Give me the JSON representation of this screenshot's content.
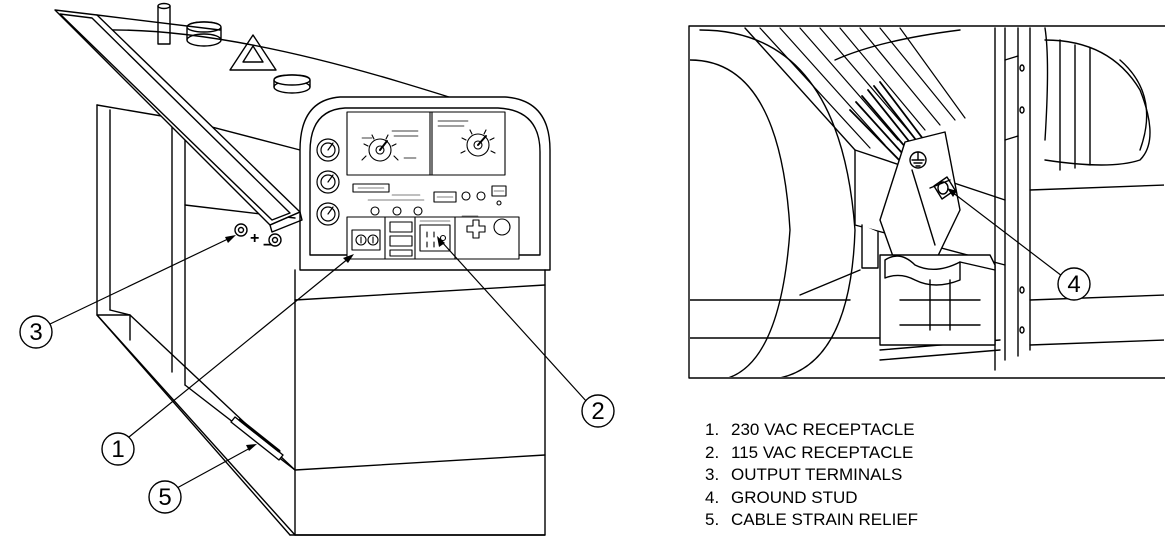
{
  "callouts": [
    {
      "number": "1",
      "label": "230 VAC RECEPTACLE"
    },
    {
      "number": "2",
      "label": "115 VAC RECEPTACLE"
    },
    {
      "number": "3",
      "label": "OUTPUT TERMINALS"
    },
    {
      "number": "4",
      "label": "GROUND STUD"
    },
    {
      "number": "5",
      "label": "CABLE STRAIN RELIEF"
    }
  ],
  "legend_separator": ".",
  "terminal_signs": {
    "positive": "+",
    "negative": "−"
  },
  "colors": {
    "ink": "#000000",
    "paper": "#ffffff"
  }
}
